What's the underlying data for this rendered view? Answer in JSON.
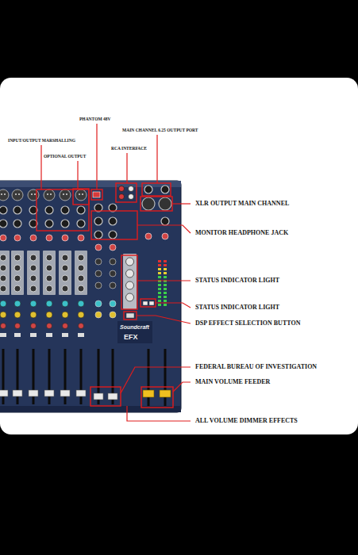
{
  "diagram": {
    "labels": [
      "PHANTOM 48V",
      "MAIN CHANNEL 6.25 OUTPUT PORT",
      "INPUT/OUTPUT MARSHALLING",
      "RCA INTERFACE",
      "OPTIONAL OUTPUT",
      "XLR OUTPUT MAIN CHANNEL",
      "MONITOR HEADPHONE JACK",
      "STATUS INDICATOR LIGHT",
      "STATUS INDICATOR LIGHT",
      "Soundcraft",
      "EFX",
      "DSP EFFECT SELECTION BUTTON",
      "FEDERAL BUREAU OF INVESTIGATION",
      "MAIN VOLUME FEEDER",
      "ALL VOLUME DIMMER EFFECTS"
    ]
  }
}
